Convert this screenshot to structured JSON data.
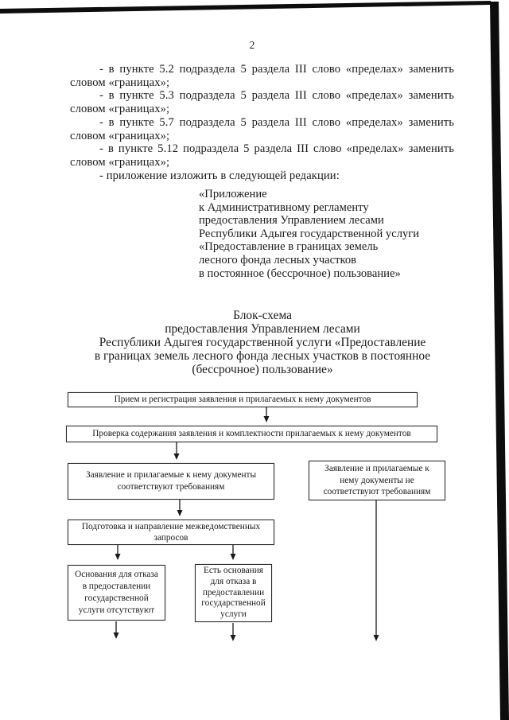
{
  "document": {
    "page_number": "2",
    "paragraphs": [
      "- в пункте 5.2 подраздела 5 раздела III слово «пределах» заменить словом «границах»;",
      "- в пункте 5.3 подраздела 5 раздела III слово «пределах» заменить словом «границах»;",
      "- в пункте 5.7 подраздела 5 раздела III слово «пределах» заменить словом «границах»;",
      "- в пункте 5.12 подраздела 5 раздела III слово «пределах» заменить словом «границах»;",
      "- приложение изложить в следующей редакции:"
    ],
    "appendix_block": "«Приложение\nк Административному регламенту\nпредоставления Управлением лесами\nРеспублики Адыгея государственной услуги\n«Предоставление в границах земель\nлесного фонда лесных участков\nв постоянное (бессрочное) пользование»",
    "flowchart_title": "Блок-схема\nпредоставления Управлением лесами\nРеспублики Адыгея государственной услуги «Предоставление\nв границах земель лесного фонда лесных участков в постоянное\n(бессрочное) пользование»"
  },
  "flowchart": {
    "boxes": {
      "receive": "Прием и регистрация заявления и прилагаемых к нему документов",
      "check": "Проверка содержания заявления и комплектности прилагаемых к нему документов",
      "conform": "Заявление и прилагаемые к нему документы\nсоответствуют требованиям",
      "not_conform": "Заявление и прилагаемые к\nнему документы не\nсоответствуют требованиям",
      "interagency": "Подготовка и направление межведомственных\nзапросов",
      "no_refusal_grounds": "Основания для отказа\nв предоставлении\nгосударственной\nуслуги отсутствуют",
      "refusal_grounds": "Есть основания\nдля отказа в\nпредоставлении\nгосударственной\nуслуги"
    }
  },
  "colors": {
    "ink": "#1a1a1a",
    "paper": "#ffffff",
    "scan_edge": "#0d0d0d"
  }
}
